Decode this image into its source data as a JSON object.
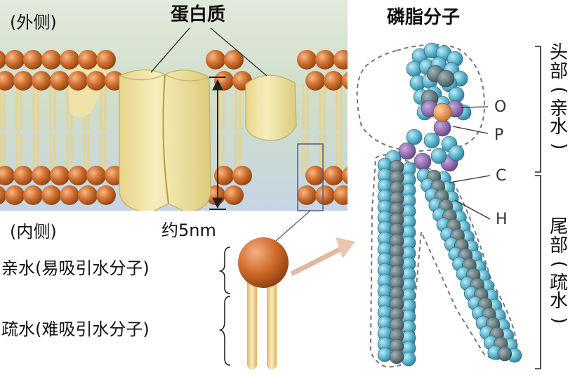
{
  "labels": {
    "outer": "(外侧)",
    "protein": "蛋白质",
    "inner": "(内侧)",
    "thickness": "约5nm",
    "hydrophilic": "亲水(易吸引水分子)",
    "hydrophobic": "疏水(难吸引水分子)",
    "phospholipid": "磷脂分子",
    "atom_o": "O",
    "atom_p": "P",
    "atom_c": "C",
    "atom_h": "H",
    "head": "头部",
    "head_note": "(亲水)",
    "tail": "尾部",
    "tail_note": "(疏水)"
  },
  "colors": {
    "bg_gradient_top": "#d9e4d6",
    "bg_gradient_bottom": "#c4d6e6",
    "lipid_head": "#c8662a",
    "lipid_tail": "#f1d89a",
    "protein": "#f0e3a2",
    "carbon": "#5a6e72",
    "hydrogen": "#5fb7cf",
    "oxygen": "#8a63a8",
    "phosphorus": "#e0893a",
    "outline_dash": "#777777"
  }
}
